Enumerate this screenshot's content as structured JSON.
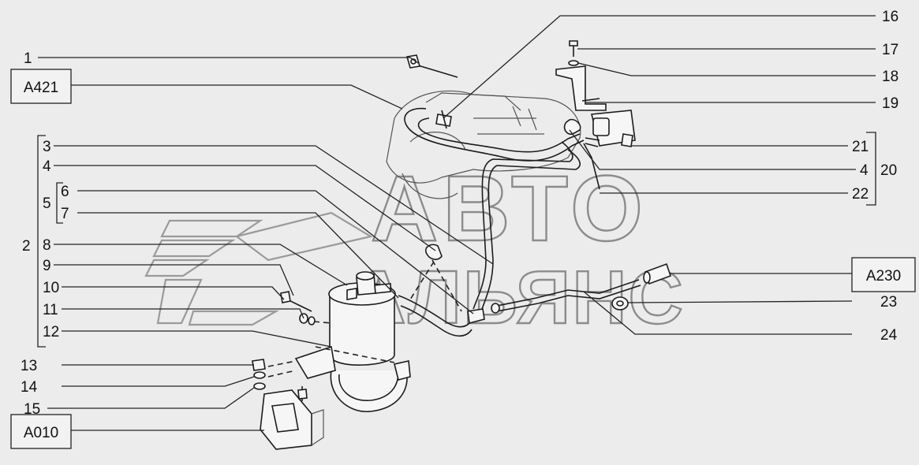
{
  "watermark": {
    "line1": "АВТО",
    "line2": "АЛЬЯНС"
  },
  "references": {
    "a421": "A421",
    "a230": "A230",
    "a010": "A010"
  },
  "callouts": {
    "c1": "1",
    "c2": "2",
    "c3": "3",
    "c4_left": "4",
    "c5": "5",
    "c6": "6",
    "c7": "7",
    "c8": "8",
    "c9": "9",
    "c10": "10",
    "c11": "11",
    "c12": "12",
    "c13": "13",
    "c14": "14",
    "c15": "15",
    "c16": "16",
    "c17": "17",
    "c18": "18",
    "c19": "19",
    "c20": "20",
    "c21": "21",
    "c4_right": "4",
    "c22": "22",
    "c23": "23",
    "c24": "24"
  }
}
